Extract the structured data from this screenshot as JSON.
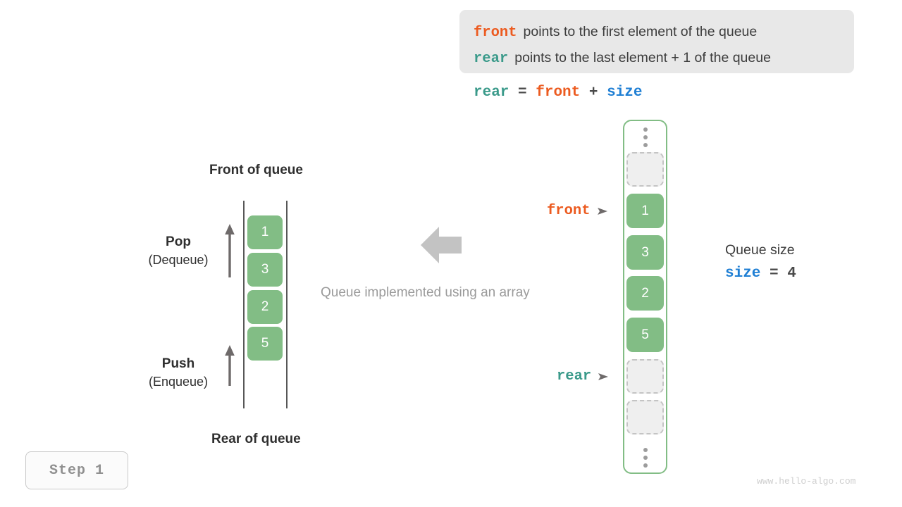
{
  "legend": {
    "lines": [
      {
        "keyword": "front",
        "keyword_color": "#ec5b20",
        "description": "points to the first element of the queue"
      },
      {
        "keyword": "rear",
        "keyword_color": "#3a9a8a",
        "description": "points to the last element + 1 of the queue"
      }
    ],
    "background": "#e8e8e8"
  },
  "formula": {
    "parts": [
      {
        "text": "rear",
        "color": "#3a9a8a"
      },
      {
        "text": " = ",
        "color": "#4a4a4a"
      },
      {
        "text": "front",
        "color": "#ec5b20"
      },
      {
        "text": " + ",
        "color": "#4a4a4a"
      },
      {
        "text": "size",
        "color": "#1f7fd4"
      }
    ]
  },
  "left_panel": {
    "top_label": "Front of queue",
    "bottom_label": "Rear of queue",
    "cells": [
      "1",
      "3",
      "2",
      "5"
    ],
    "cell_color": "#82bd85",
    "operations": [
      {
        "title": "Pop",
        "subtitle": "(Dequeue)"
      },
      {
        "title": "Push",
        "subtitle": "(Enqueue)"
      }
    ]
  },
  "center": {
    "arrow_direction": "left",
    "arrow_color": "#c3c3c3",
    "caption": "Queue implemented using an array"
  },
  "array_panel": {
    "border_color": "#82bd85",
    "slots": [
      {
        "kind": "dots"
      },
      {
        "kind": "empty",
        "value": ""
      },
      {
        "kind": "filled",
        "value": "1"
      },
      {
        "kind": "filled",
        "value": "3"
      },
      {
        "kind": "filled",
        "value": "2"
      },
      {
        "kind": "filled",
        "value": "5"
      },
      {
        "kind": "empty",
        "value": ""
      },
      {
        "kind": "empty",
        "value": ""
      },
      {
        "kind": "dots"
      }
    ],
    "pointers": [
      {
        "label": "front",
        "color": "#ec5b20",
        "arrow": "➤"
      },
      {
        "label": "rear",
        "color": "#3a9a8a",
        "arrow": "➤"
      }
    ]
  },
  "size_block": {
    "title": "Queue size",
    "expression_parts": [
      {
        "text": "size",
        "color": "#1f7fd4"
      },
      {
        "text": " = ",
        "color": "#4a4a4a"
      },
      {
        "text": "4",
        "color": "#4a4a4a"
      }
    ]
  },
  "step_badge": {
    "label": "Step 1"
  },
  "watermark": {
    "text": "www.hello-algo.com"
  }
}
